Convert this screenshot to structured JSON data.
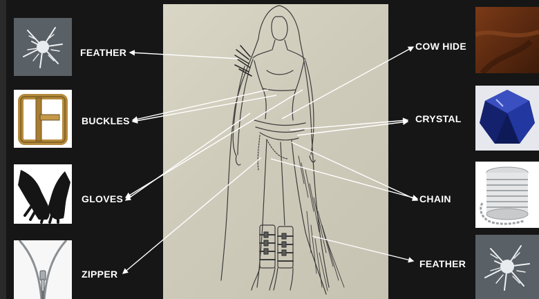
{
  "labels": {
    "feather_left": "FEATHER",
    "buckles": "BUCKLES",
    "gloves": "GLOVES",
    "zipper": "ZIPPER",
    "cow_hide": "COW HIDE",
    "crystal": "CRYSTAL",
    "chain": "CHAIN",
    "feather_right": "FEATHER"
  },
  "thumbnails": {
    "feather_left": "feather-photo",
    "buckles": "brass-buckle-photo",
    "gloves": "black-gloves-photo",
    "zipper": "zipper-photo",
    "cow_hide": "brown-leather-photo",
    "crystal": "blue-crystal-photo",
    "chain": "chain-spool-photo",
    "feather_right": "feather-photo"
  },
  "colors": {
    "background": "#161616",
    "paper": "#d3cfbf",
    "label_text": "#ffffff",
    "arrow": "#ffffff",
    "leather": "#6b3414",
    "crystal": "#1d2f8f",
    "buckle": "#b48a3c"
  }
}
